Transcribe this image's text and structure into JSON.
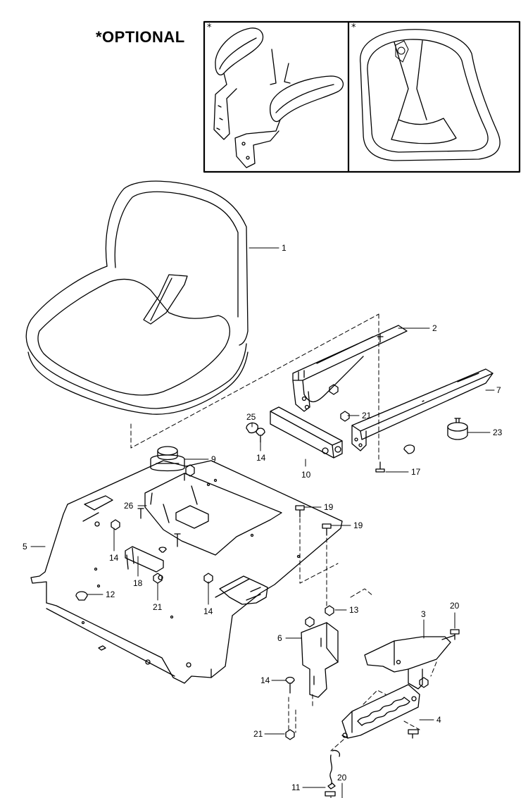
{
  "header": {
    "optional_label": "*OPTIONAL"
  },
  "insets": [
    {
      "marker": "*",
      "name": "Armrest kit"
    },
    {
      "marker": "*",
      "name": "Deluxe seat"
    }
  ],
  "callouts": [
    {
      "label": "1",
      "part": "seat"
    },
    {
      "label": "2",
      "part": "seat-slide-rail"
    },
    {
      "label": "7",
      "part": "seat-slide-rail-lower"
    },
    {
      "label": "21",
      "part": "nut"
    },
    {
      "label": "23",
      "part": "rubber-bumper"
    },
    {
      "label": "25",
      "part": "cap"
    },
    {
      "label": "14",
      "part": "pin"
    },
    {
      "label": "10",
      "part": "seat-bracket"
    },
    {
      "label": "17",
      "part": "screw"
    },
    {
      "label": "9",
      "part": "seat-switch"
    },
    {
      "label": "26",
      "part": "screw"
    },
    {
      "label": "19",
      "part": "screw"
    },
    {
      "label": "19",
      "part": "screw"
    },
    {
      "label": "5",
      "part": "seat-pan"
    },
    {
      "label": "14",
      "part": "pin"
    },
    {
      "label": "18",
      "part": "hinge"
    },
    {
      "label": "21",
      "part": "nut"
    },
    {
      "label": "14",
      "part": "pin"
    },
    {
      "label": "12",
      "part": "plug"
    },
    {
      "label": "13",
      "part": "nut"
    },
    {
      "label": "20",
      "part": "screw"
    },
    {
      "label": "3",
      "part": "lever"
    },
    {
      "label": "6",
      "part": "bracket"
    },
    {
      "label": "14",
      "part": "pin"
    },
    {
      "label": "4",
      "part": "slide-plate"
    },
    {
      "label": "21",
      "part": "nut"
    },
    {
      "label": "11",
      "part": "spring"
    },
    {
      "label": "20",
      "part": "screw"
    }
  ]
}
